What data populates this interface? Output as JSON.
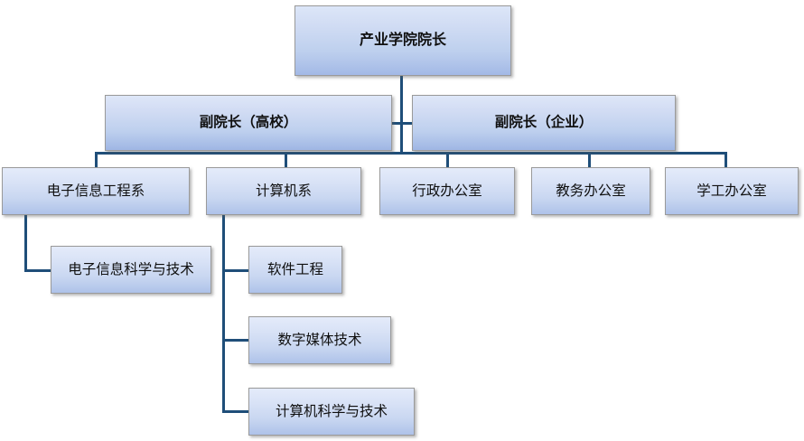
{
  "chart": {
    "type": "org-chart",
    "title": "",
    "accent_line_color": "#1f4e79",
    "box_border_color": "#9a9a9a",
    "box_fill_top": "#e3eaf9",
    "box_fill_bottom": "#a9bee8",
    "text_color": "#101010"
  },
  "nodes": {
    "dean": {
      "label": "产业学院院长"
    },
    "vice_dean_university": {
      "label": "副院长（高校）"
    },
    "vice_dean_enterprise": {
      "label": "副院长（企业）"
    },
    "dept_eie": {
      "label": "电子信息工程系"
    },
    "dept_cs": {
      "label": "计算机系"
    },
    "office_admin": {
      "label": "行政办公室"
    },
    "office_academic": {
      "label": "教务办公室"
    },
    "office_student": {
      "label": "学工办公室"
    },
    "major_eist": {
      "label": "电子信息科学与技术"
    },
    "major_se": {
      "label": "软件工程"
    },
    "major_dmt": {
      "label": "数字媒体技术"
    },
    "major_cst": {
      "label": "计算机科学与技术"
    }
  },
  "hierarchy": {
    "root": "产业学院院长",
    "level2": [
      "副院长（高校）",
      "副院长（企业）"
    ],
    "level3": [
      "电子信息工程系",
      "计算机系",
      "行政办公室",
      "教务办公室",
      "学工办公室"
    ],
    "children_of_eie": [
      "电子信息科学与技术"
    ],
    "children_of_cs": [
      "软件工程",
      "数字媒体技术",
      "计算机科学与技术"
    ]
  }
}
